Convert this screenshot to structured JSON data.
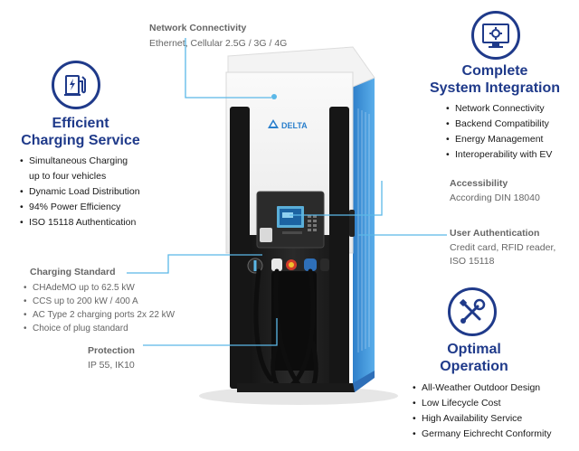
{
  "brand": {
    "name": "DELTA"
  },
  "network": {
    "title": "Network Connectivity",
    "text": "Ethernet, Cellular 2.5G / 3G / 4G"
  },
  "efficient": {
    "title_line1": "Efficient",
    "title_line2": "Charging Service",
    "icon": "ev-charging-station-icon",
    "items": [
      "Simultaneous Charging",
      "up to four vehicles",
      "Dynamic Load Distribution",
      "94% Power Efficiency",
      "ISO 15118 Authentication"
    ]
  },
  "integration": {
    "title_line1": "Complete",
    "title_line2": "System Integration",
    "icon": "monitor-gear-icon",
    "items": [
      "Network Connectivity",
      "Backend Compatibility",
      "Energy Management",
      "Interoperability with EV"
    ]
  },
  "accessibility": {
    "title": "Accessibility",
    "text": "According DIN 18040"
  },
  "authentication": {
    "title": "User Authentication",
    "line1": "Credit card, RFID reader,",
    "line2": "ISO 15118"
  },
  "charging_standard": {
    "title": "Charging Standard",
    "items": [
      "CHAdeMO up to 62.5 kW",
      "CCS up to  200 kW / 400 A",
      "AC Type 2 charging ports 2x 22 kW",
      "Choice of plug standard"
    ]
  },
  "protection": {
    "title": "Protection",
    "text": "IP 55, IK10"
  },
  "operation": {
    "title_line1": "Optimal",
    "title_line2": "Operation",
    "icon": "wrench-screwdriver-icon",
    "items": [
      "All-Weather Outdoor Design",
      "Low Lifecycle Cost",
      "High Availability Service",
      "Germany Eichrecht Conformity"
    ]
  },
  "colors": {
    "accent": "#1f3a8a",
    "callout": "#5bb8e8",
    "charger_blue": "#3d8fd6",
    "charger_body": "#1c1c1c"
  }
}
